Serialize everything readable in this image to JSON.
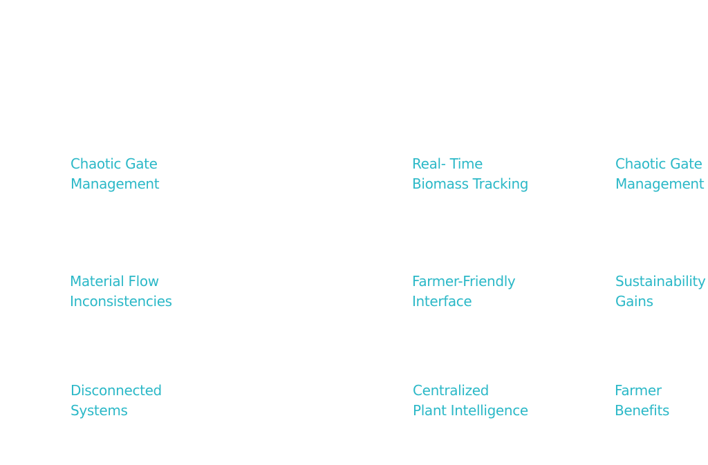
{
  "items": [
    {
      "line1": "Chaotic Gate",
      "line2": "Management"
    },
    {
      "line1": "Real- Time",
      "line2": "Biomass Tracking"
    },
    {
      "line1": "Chaotic Gate",
      "line2": "Management"
    },
    {
      "line1": "Material Flow",
      "line2": "Inconsistencies"
    },
    {
      "line1": "Farmer-Friendly",
      "line2": "Interface"
    },
    {
      "line1": "Sustainability",
      "line2": "Gains"
    },
    {
      "line1": "Disconnected",
      "line2": "Systems"
    },
    {
      "line1": "Centralized",
      "line2": "Plant Intelligence"
    },
    {
      "line1": "Farmer",
      "line2": "Benefits"
    }
  ],
  "colors": {
    "accent": "#2bb8c7",
    "background": "#ffffff"
  }
}
